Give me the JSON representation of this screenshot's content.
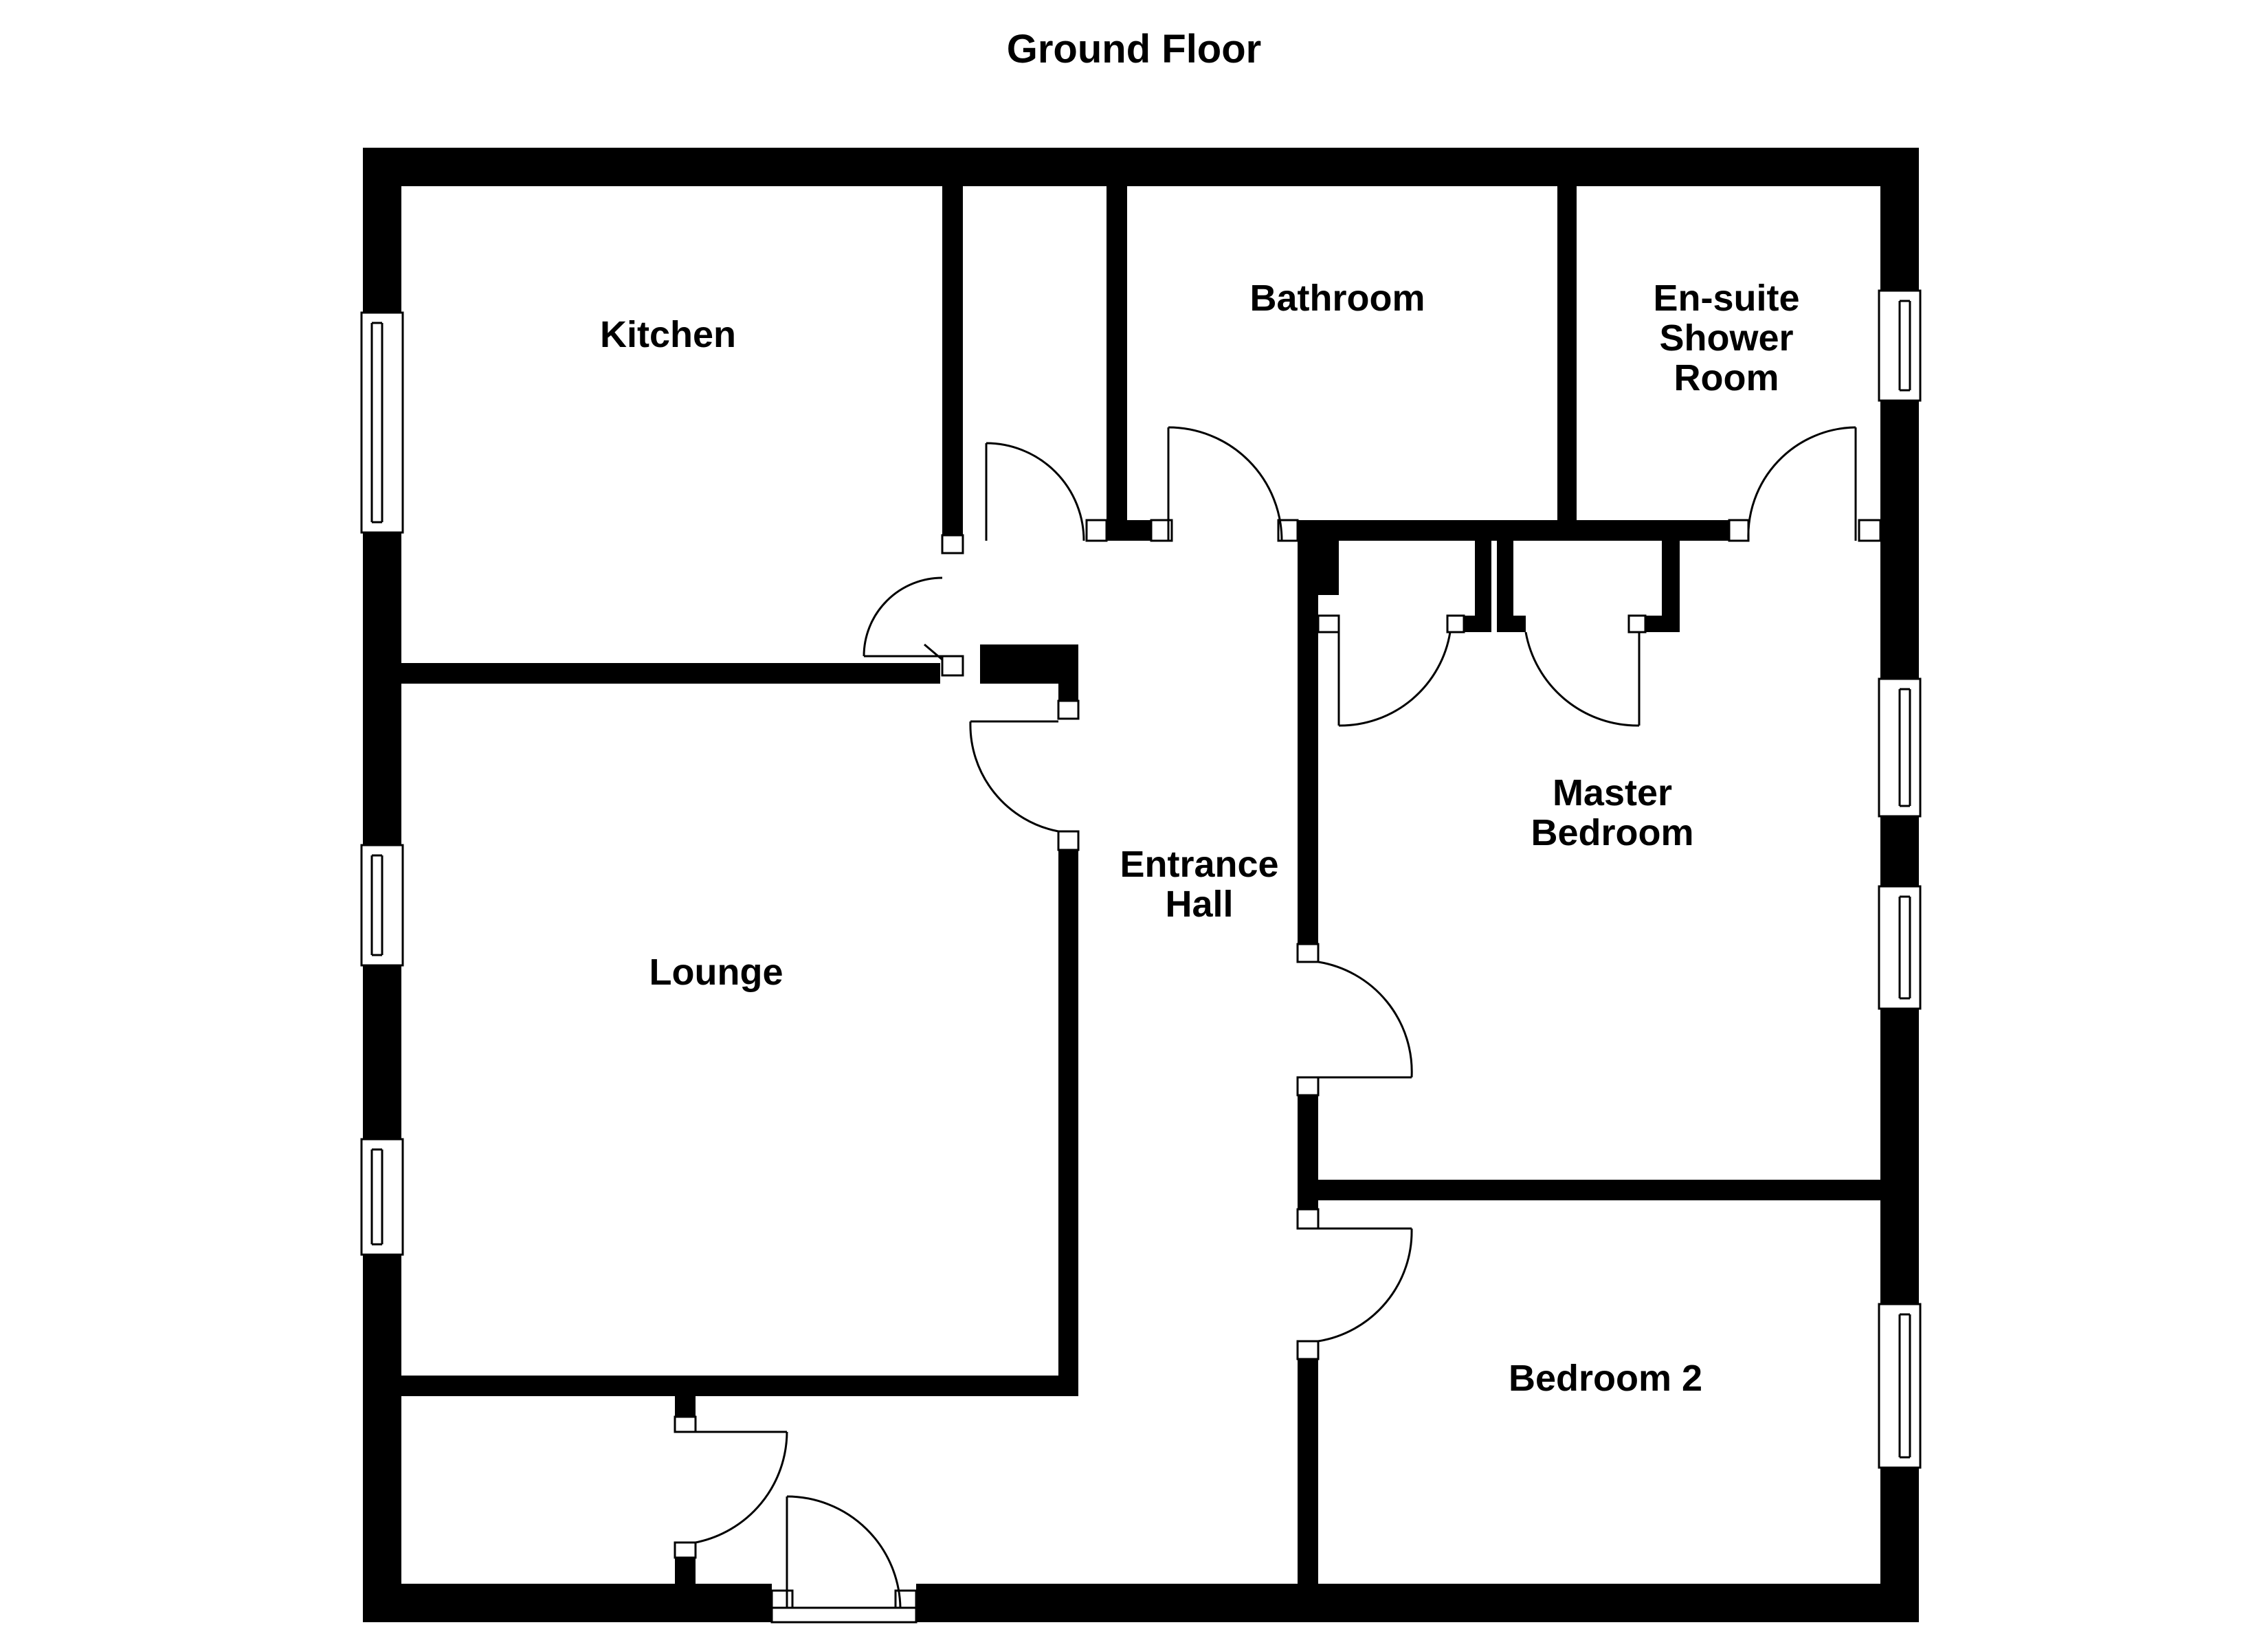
{
  "title": "Ground Floor",
  "rooms": {
    "kitchen": "Kitchen",
    "bathroom": "Bathroom",
    "ensuite_line1": "En-suite",
    "ensuite_line2": "Shower",
    "ensuite_line3": "Room",
    "master_line1": "Master",
    "master_line2": "Bedroom",
    "entrance_line1": "Entrance",
    "entrance_line2": "Hall",
    "lounge": "Lounge",
    "bedroom2": "Bedroom 2"
  },
  "colors": {
    "wall": "#000000",
    "background": "#ffffff"
  }
}
